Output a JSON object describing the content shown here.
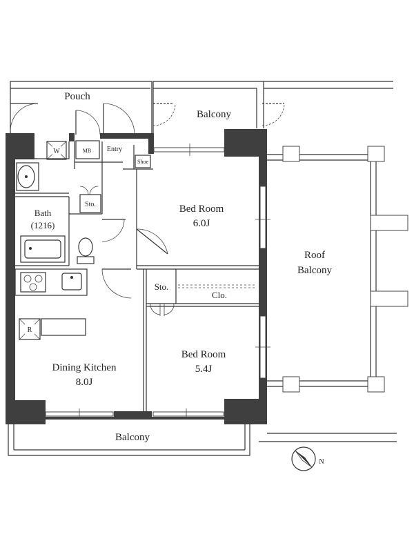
{
  "rooms": {
    "pouch": "Pouch",
    "balcony_top": "Balcony",
    "mb": "MB",
    "entry": "Entry",
    "shoe": "Shoe",
    "washer": "W",
    "storage_small": "Sto.",
    "bath": "Bath",
    "bath_size": "(1216)",
    "bedroom1": "Bed Room",
    "bedroom1_size": "6.0J",
    "storage": "Sto.",
    "closet": "Clo.",
    "roof_balcony_line1": "Roof",
    "roof_balcony_line2": "Balcony",
    "fridge": "R",
    "dining_kitchen": "Dining Kitchen",
    "dining_kitchen_size": "8.0J",
    "bedroom2": "Bed Room",
    "bedroom2_size": "5.4J",
    "balcony_bottom": "Balcony"
  },
  "compass": {
    "label": "N"
  },
  "icons": [
    "compass-icon",
    "washer-icon",
    "stove-icon",
    "sink-icon",
    "toilet-icon",
    "bathtub-icon",
    "washbasin-icon",
    "fridge-icon"
  ]
}
